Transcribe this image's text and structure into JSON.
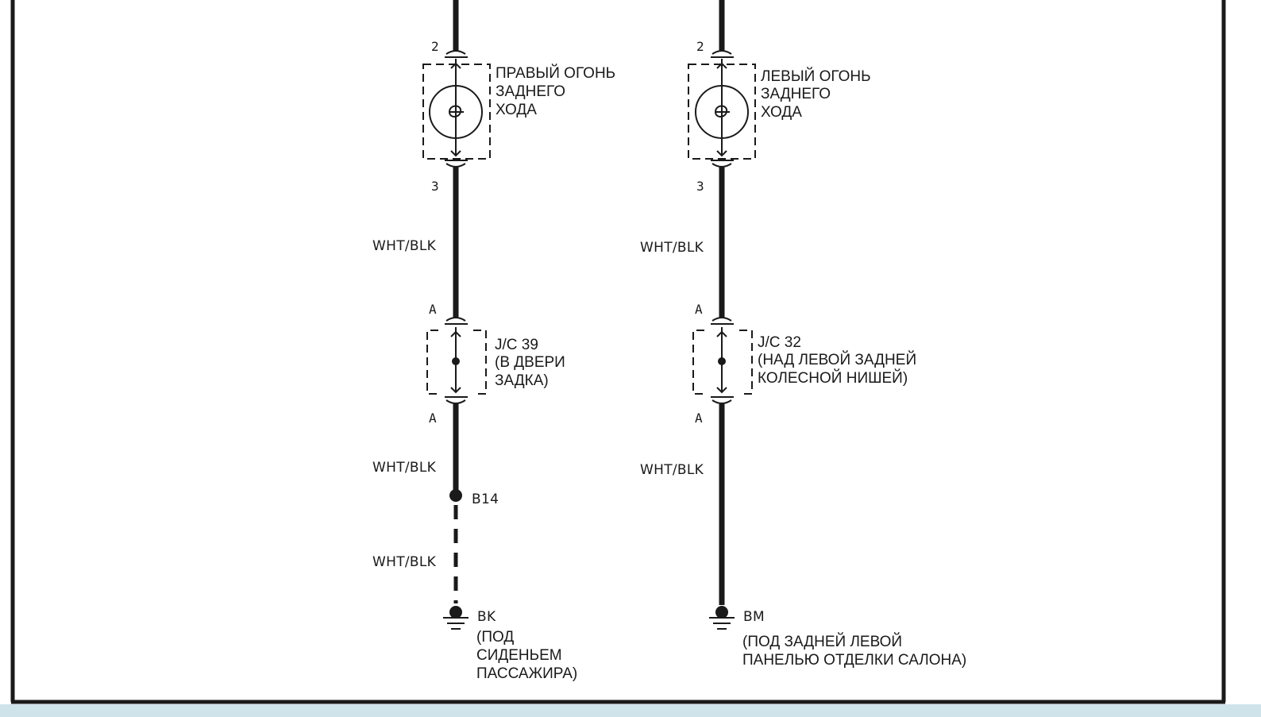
{
  "colors": {
    "line": "#1a1a1a",
    "background": "#ffffff",
    "bottom_strip": "#cfe3ea"
  },
  "left_branch": {
    "lamp_pin_top": "2",
    "lamp_pin_bottom": "3",
    "lamp_label": [
      "ПРАВЫЙ ОГОНЬ",
      "ЗАДНЕГО",
      "ХОДА"
    ],
    "wire_1": "WHT/BLK",
    "jc_pin_top": "A",
    "jc_pin_bottom": "A",
    "jc_label": [
      "J/C 39",
      "(В ДВЕРИ",
      "ЗАДКА)"
    ],
    "wire_2": "WHT/BLK",
    "splice": "B14",
    "wire_3": "WHT/BLK",
    "ground_code": "BK",
    "ground_label": [
      "(ПОД",
      "СИДЕНЬЕМ",
      "ПАССАЖИРА)"
    ]
  },
  "right_branch": {
    "lamp_pin_top": "2",
    "lamp_pin_bottom": "3",
    "lamp_label": [
      "ЛЕВЫЙ ОГОНЬ",
      "ЗАДНЕГО",
      "ХОДА"
    ],
    "wire_1": "WHT/BLK",
    "jc_pin_top": "A",
    "jc_pin_bottom": "A",
    "jc_label": [
      "J/C 32",
      "(НАД ЛЕВОЙ ЗАДНЕЙ",
      "КОЛЕСНОЙ НИШЕЙ)"
    ],
    "wire_2": "WHT/BLK",
    "ground_code": "BM",
    "ground_label": [
      "(ПОД ЗАДНЕЙ ЛЕВОЙ",
      "ПАНЕЛЬЮ ОТДЕЛКИ САЛОНА)"
    ]
  }
}
